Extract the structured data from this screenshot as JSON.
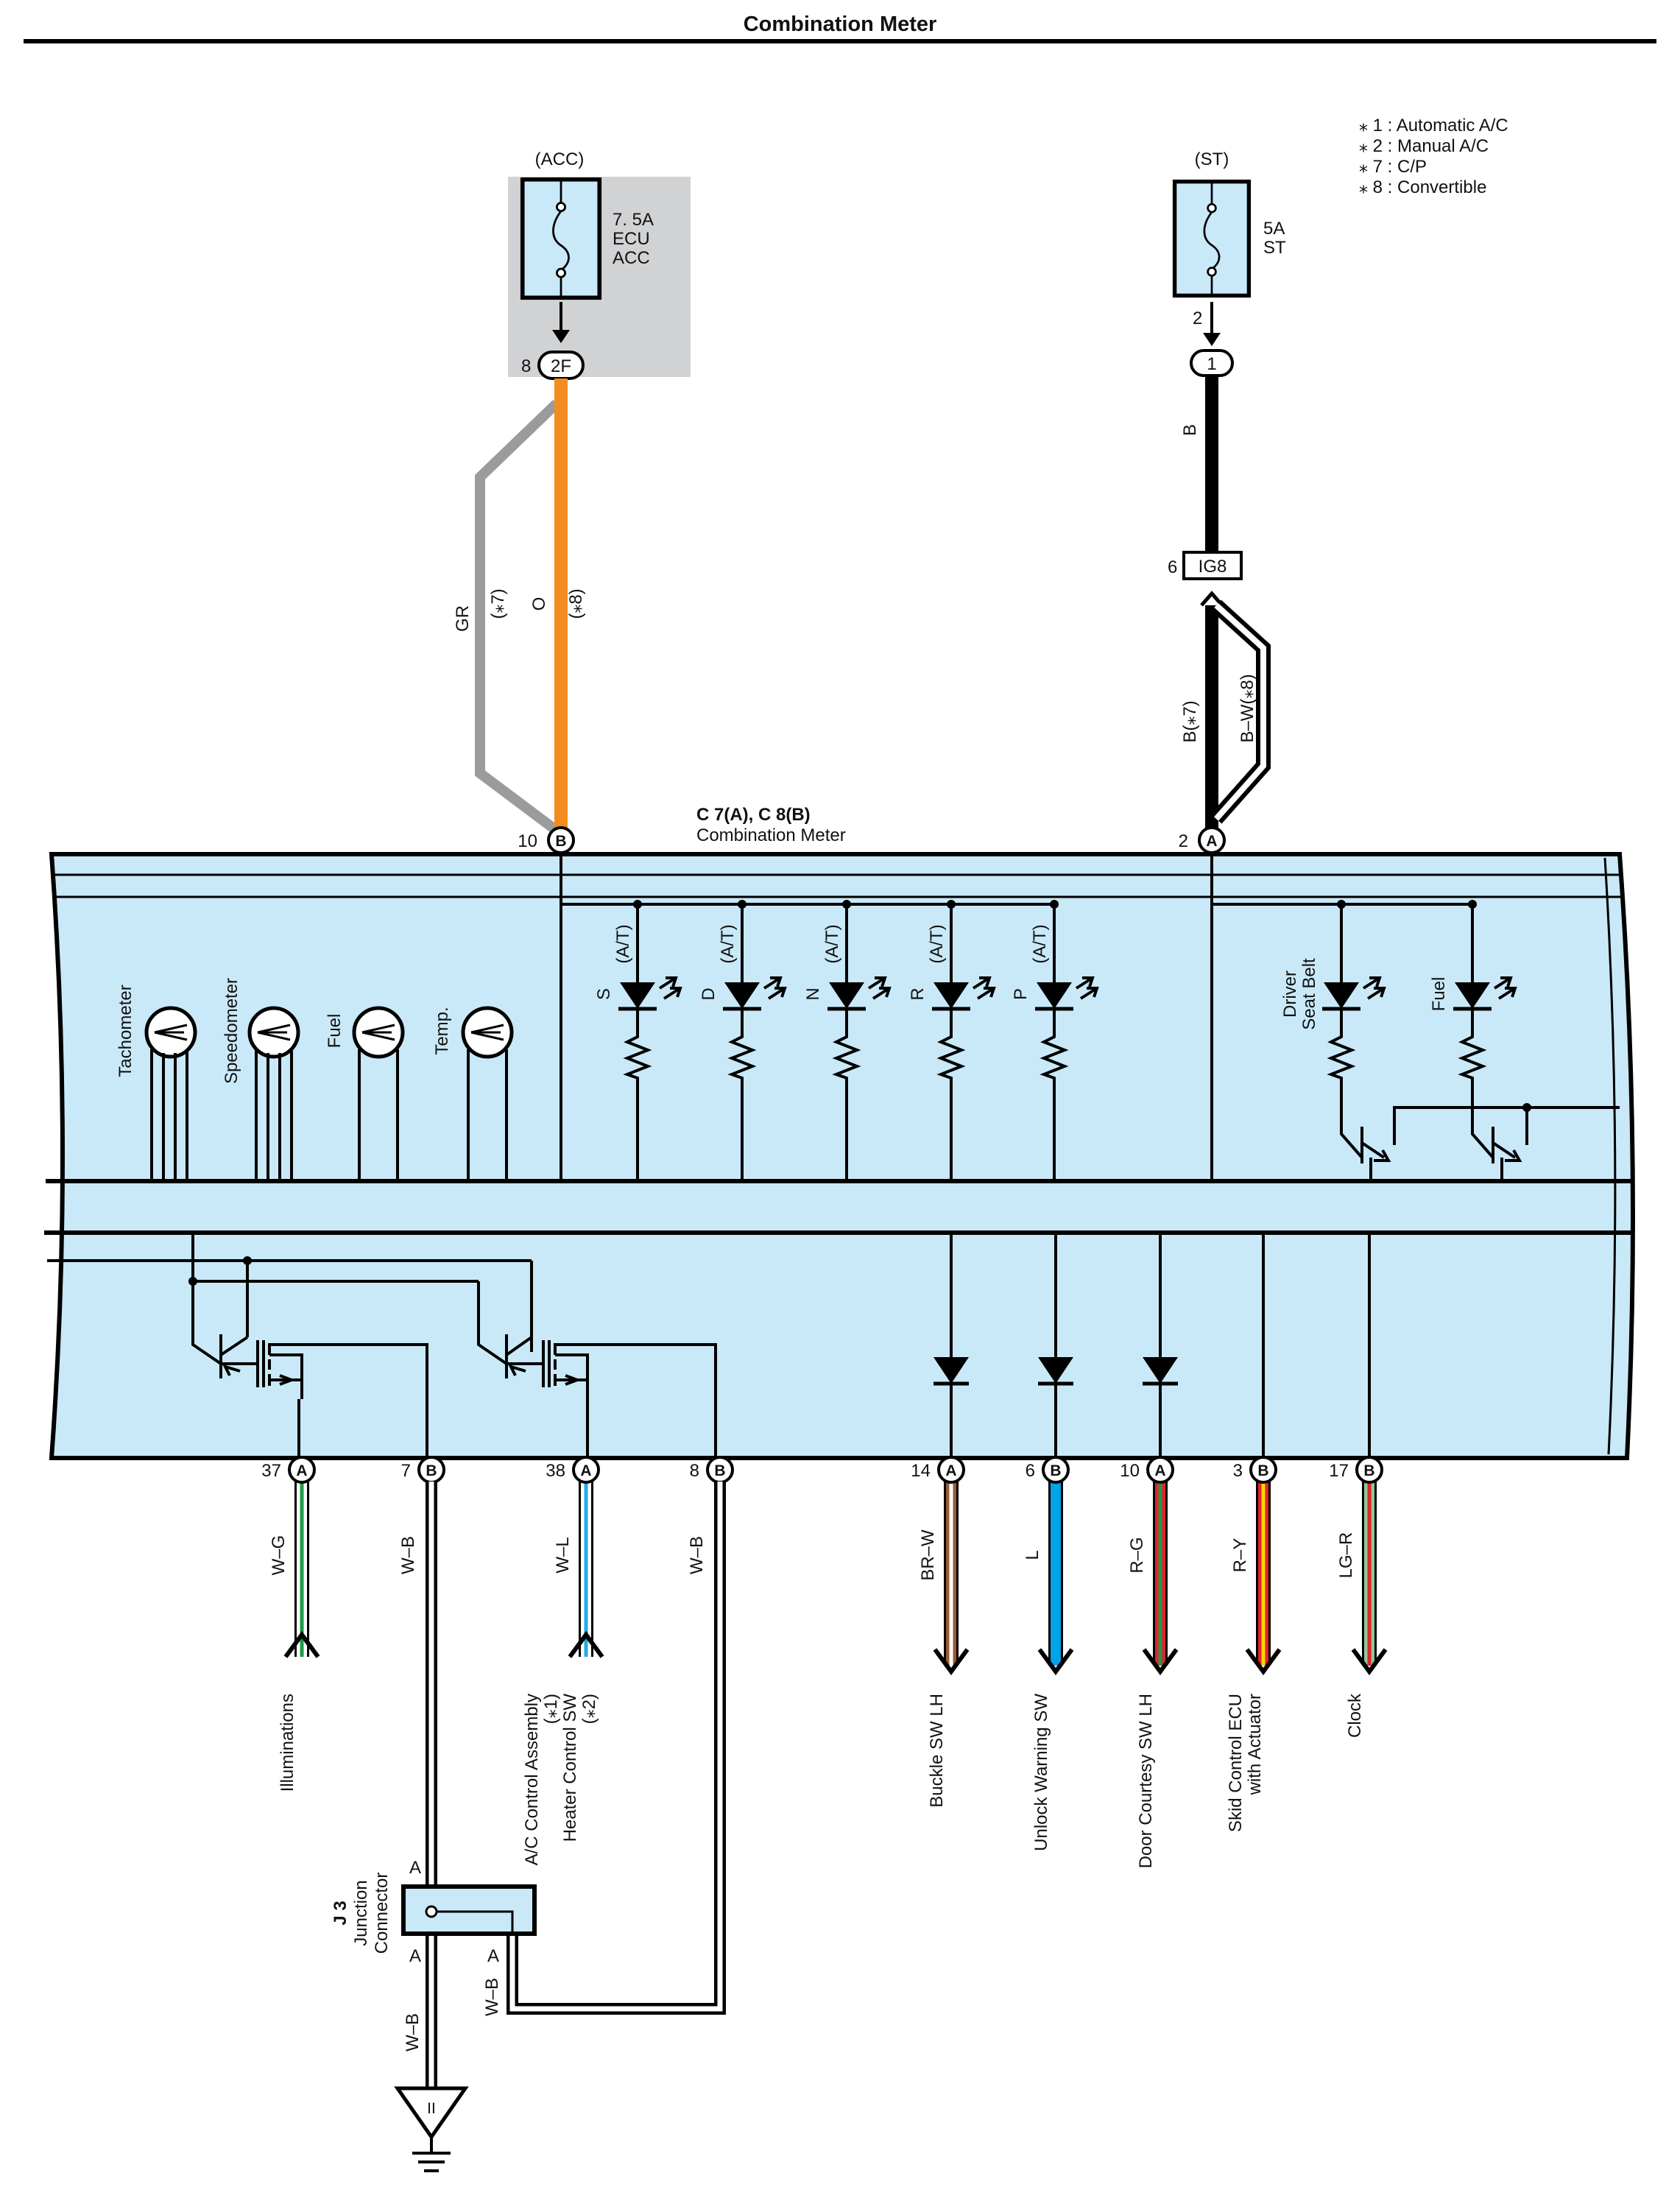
{
  "title": "Combination Meter",
  "notes": [
    "⁎ 1 : Automatic A/C",
    "⁎ 2 : Manual A/C",
    "⁎ 7 : C/P",
    "⁎ 8 : Convertible"
  ],
  "fuse_acc": {
    "supply": "(ACC)",
    "rating": "7. 5A",
    "name1": "ECU",
    "name2": "ACC",
    "pin": "8",
    "connector": "2F"
  },
  "fuse_st": {
    "supply": "(ST)",
    "rating": "5A",
    "name": "ST",
    "pin": "2",
    "connector": "1"
  },
  "ig8": {
    "pin": "6",
    "name": "IG8"
  },
  "wire_labels": {
    "gr": "GR",
    "gr_note": "(⁎7)",
    "o": "O",
    "o_note": "(⁎8)",
    "b": "B",
    "b7": "B(⁎7)",
    "bw8": "B–W(⁎8)"
  },
  "meter": {
    "title": "C 7(A), C 8(B)",
    "subtitle": "Combination Meter",
    "top_pins": [
      {
        "num": "10",
        "conn": "B"
      },
      {
        "num": "2",
        "conn": "A"
      }
    ],
    "gauges": [
      "Tachometer",
      "Speedometer",
      "Fuel",
      "Temp."
    ],
    "shift_leds": [
      {
        "pos": "S",
        "note": "(A/T)"
      },
      {
        "pos": "D",
        "note": "(A/T)"
      },
      {
        "pos": "N",
        "note": "(A/T)"
      },
      {
        "pos": "R",
        "note": "(A/T)"
      },
      {
        "pos": "P",
        "note": "(A/T)"
      }
    ],
    "warn_leds": {
      "seatbelt_1": "Driver",
      "seatbelt_2": "Seat Belt",
      "fuel": "Fuel"
    }
  },
  "bottom_pins": [
    {
      "num": "37",
      "conn": "A",
      "wire": "W–G",
      "dest": [
        "Illuminations"
      ]
    },
    {
      "num": "7",
      "conn": "B",
      "wire": "W–B",
      "dest": []
    },
    {
      "num": "38",
      "conn": "A",
      "wire": "W–L",
      "dest": [
        "A/C Control Assembly",
        "(⁎1)",
        "Heater Control SW",
        "(⁎2)"
      ]
    },
    {
      "num": "8",
      "conn": "B",
      "wire": "W–B",
      "dest": []
    },
    {
      "num": "14",
      "conn": "A",
      "wire": "BR–W",
      "dest": [
        "Buckle SW LH"
      ]
    },
    {
      "num": "6",
      "conn": "B",
      "wire": "L",
      "dest": [
        "Unlock Warning SW"
      ]
    },
    {
      "num": "10",
      "conn": "A",
      "wire": "R–G",
      "dest": [
        "Door Courtesy SW LH"
      ]
    },
    {
      "num": "3",
      "conn": "B",
      "wire": "R–Y",
      "dest": [
        "Skid Control ECU",
        "with Actuator"
      ]
    },
    {
      "num": "17",
      "conn": "B",
      "wire": "LG–R",
      "dest": [
        "Clock"
      ]
    }
  ],
  "junction": {
    "id": "J 3",
    "name1": "Junction",
    "name2": "Connector",
    "pin_top": "A",
    "pin_left": "A",
    "pin_right": "A",
    "wire_left": "W–B",
    "wire_right": "W–B",
    "ground": "II"
  },
  "colors": {
    "panel": "#c9e9f8",
    "acc_bg": "#d1d2d4",
    "orange": "#f28c1e",
    "gray": "#9a9b9d",
    "green": "#1f9a48",
    "light_blue": "#27aae1",
    "brown": "#9a5b2f",
    "blue": "#00a3e8",
    "red": "#e3232c",
    "yellow": "#f6d500",
    "light_green": "#8dc89a"
  }
}
